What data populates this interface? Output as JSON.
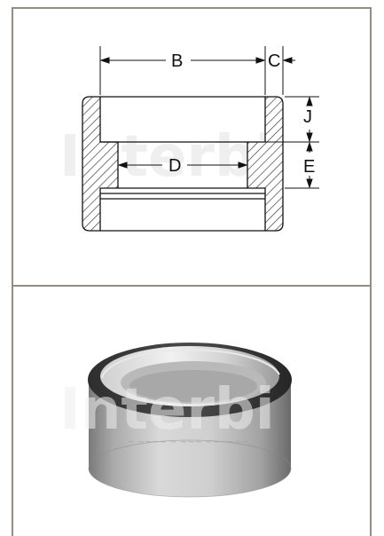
{
  "drawing": {
    "dimensions": [
      "B",
      "C",
      "D",
      "J",
      "E"
    ],
    "watermark": "Interbi"
  },
  "photo": {
    "watermark": "Interbi",
    "subject_icon": "socket-weld-cap-photo"
  },
  "colors": {
    "frame": "#9a8b80",
    "hatch": "#333333",
    "watermark": "#efefef",
    "metal_light": "#d8d8d8",
    "metal_dark": "#6f6f6f"
  }
}
